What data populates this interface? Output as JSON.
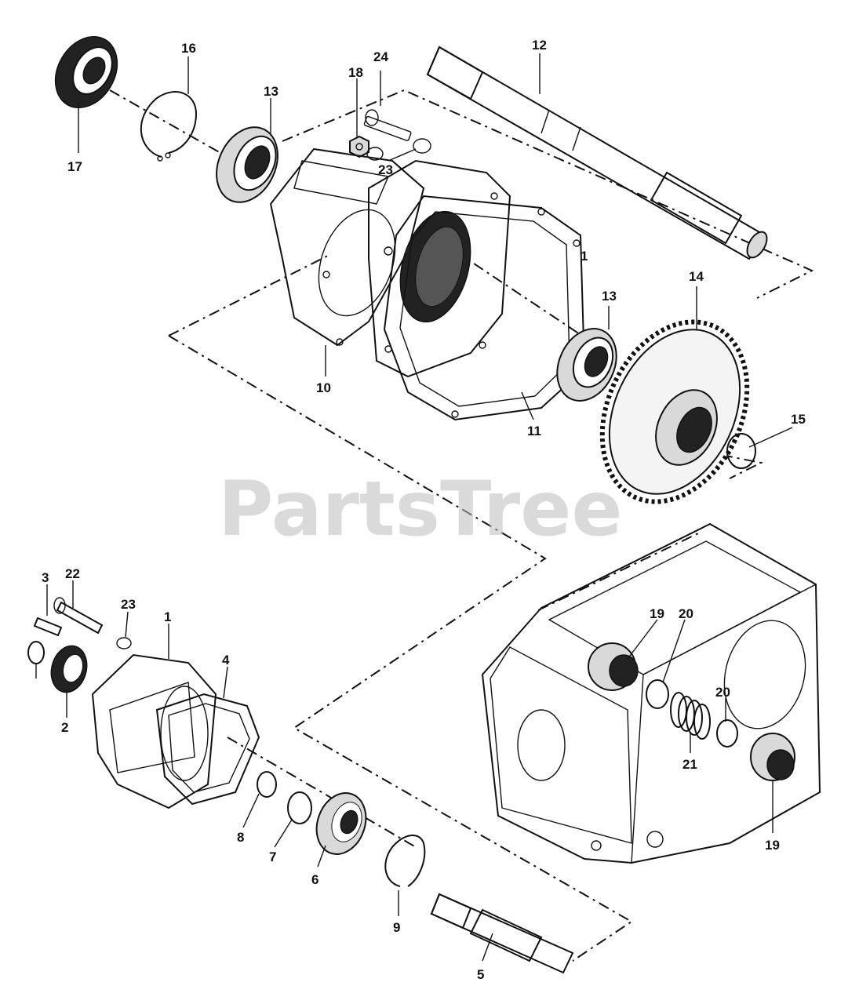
{
  "watermark": "PartsTree",
  "callouts": {
    "c1a": "1",
    "c1b": "1",
    "c2": "2",
    "c3": "3",
    "c4": "4",
    "c5": "5",
    "c6": "6",
    "c7": "7",
    "c8": "8",
    "c9": "9",
    "c10": "10",
    "c11": "11",
    "c12": "12",
    "c13a": "13",
    "c13b": "13",
    "c14": "14",
    "c15": "15",
    "c16": "16",
    "c17": "17",
    "c18": "18",
    "c19a": "19",
    "c19b": "19",
    "c20a": "20",
    "c20b": "20",
    "c21": "21",
    "c22": "22",
    "c23a": "23",
    "c23b": "23",
    "c24": "24"
  }
}
